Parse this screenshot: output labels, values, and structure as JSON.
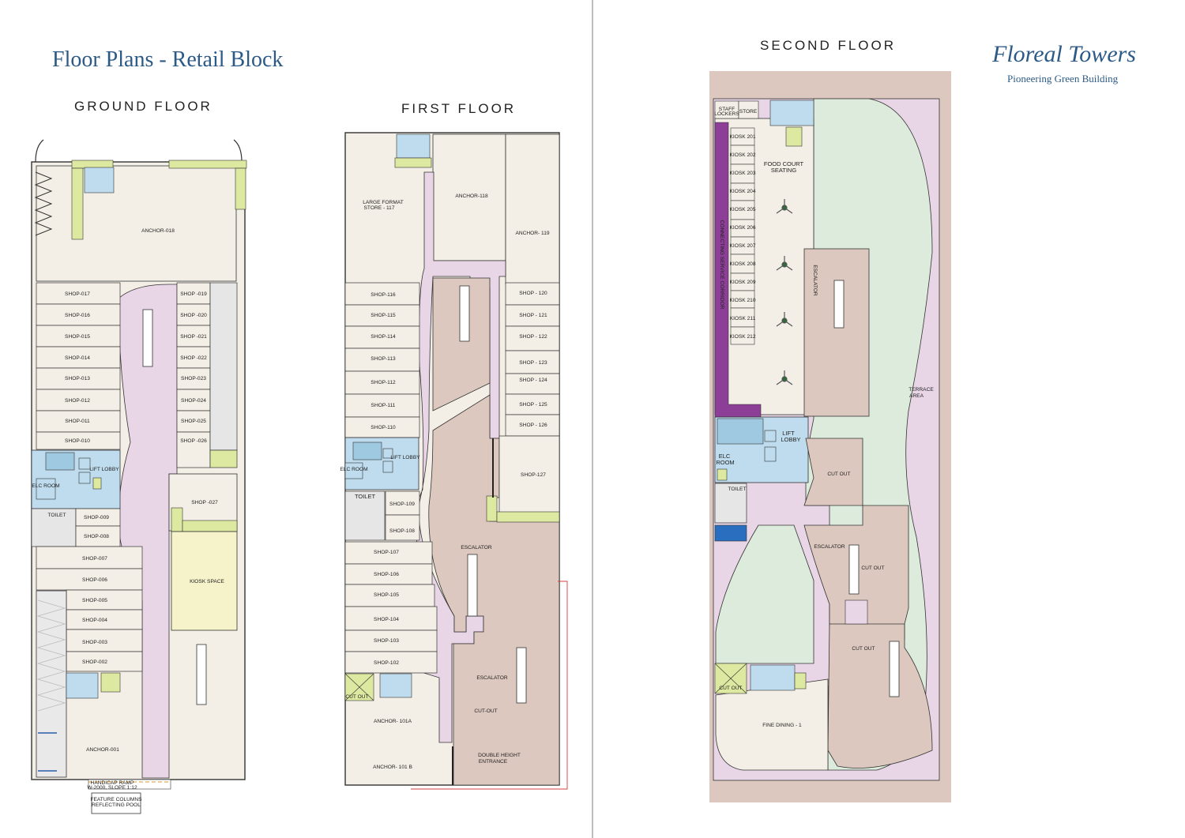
{
  "header": {
    "title": "Floor Plans - Retail Block"
  },
  "brand": {
    "name": "Floreal Towers",
    "tagline": "Pioneering Green Building"
  },
  "colors": {
    "walkway": "#e8d5e6",
    "shop": "#f4efe6",
    "lobby": "#bfdcee",
    "stairs_green": "#dde8a0",
    "cutout": "#dcc8be",
    "terrace": "#dcebdc",
    "service_corridor": "#8d3e96",
    "outer_band": "#dcc8be",
    "kiosk": "#f6f2c9"
  },
  "ground_floor": {
    "title": "GROUND FLOOR",
    "anchor": "ANCHOR-018",
    "shops_left": [
      "SHOP-017",
      "SHOP-016",
      "SHOP-015",
      "SHOP-014",
      "SHOP-013",
      "SHOP-012",
      "SHOP-011",
      "SHOP-010"
    ],
    "shops_right": [
      "SHOP -019",
      "SHOP -020",
      "SHOP -021",
      "SHOP -022",
      "SHOP-023",
      "SHOP-024",
      "SHOP-025",
      "SHOP -026"
    ],
    "lift_lobby": "LIFT LOBBY",
    "elc_room": "ELC ROOM",
    "toilet": "TOILET",
    "shop_027": "SHOP -027",
    "shops_mid": [
      "SHOP-009",
      "SHOP-008"
    ],
    "shops_lower": [
      "SHOP-007",
      "SHOP-006",
      "SHOP-005",
      "SHOP-004",
      "SHOP-003",
      "SHOP-002"
    ],
    "kiosk_space": "KIOSK SPACE",
    "anchor_001": "ANCHOR-001",
    "ramp": "HANDICAP RAMP",
    "ramp_spec": "W-2000, SLOPE 1:12",
    "feature": "FEATURE COLUMNS",
    "pool": "REFLECTING POOL"
  },
  "first_floor": {
    "title": "FIRST FLOOR",
    "large_format": "LARGE FORMAT",
    "large_format_2": "STORE - 117",
    "anchor_118": "ANCHOR-118",
    "anchor_119": "ANCHOR- 119",
    "shops_left": [
      "SHOP-116",
      "SHOP-115",
      "SHOP-114",
      "SHOP-113",
      "SHOP-112",
      "SHOP-111",
      "SHOP-110"
    ],
    "shops_right": [
      "SHOP - 120",
      "SHOP - 121",
      "SHOP - 122",
      "SHOP - 123",
      "SHOP - 124",
      "SHOP - 125",
      "SHOP - 126"
    ],
    "shop_127": "SHOP-127",
    "lift_lobby": "LIFT LOBBY",
    "elc_room": "ELC ROOM",
    "toilet": "TOILET",
    "shops_mid": [
      "SHOP-109",
      "SHOP-108"
    ],
    "shops_lower": [
      "SHOP-107",
      "SHOP-106",
      "SHOP-105",
      "SHOP-104",
      "SHOP-103",
      "SHOP-102"
    ],
    "escalator_1": "ESCALATOR",
    "escalator_2": "ESCALATOR",
    "cut_out": "CUT-OUT",
    "cut_out_small": "CUT OUT",
    "anchor_101a": "ANCHOR- 101A",
    "anchor_101b": "ANCHOR- 101 B",
    "double_height": "DOUBLE HEIGHT",
    "entrance": "ENTRANCE"
  },
  "second_floor": {
    "title": "SECOND FLOOR",
    "staff": "STAFF",
    "lockers": "LOCKERS",
    "store": "STORE",
    "kiosks": [
      "KIOSK 201",
      "KIOSK 202",
      "KIOSK 203",
      "KIOSK 204",
      "KIOSK 205",
      "KIOSK 206",
      "KIOSK 207",
      "KIOSK 208",
      "KIOSK 209",
      "KIOSK 210",
      "KIOSK 211",
      "KIOSK 212"
    ],
    "food_court": "FOOD COURT",
    "seating": "SEATING",
    "service_corridor": "CONNECTING SERVICE CORRIDOR",
    "escalator_top": "ESCALATOR",
    "terrace": "TERRACE",
    "area": "AREA",
    "lift": "LIFT",
    "lobby": "LOBBY",
    "elc": "ELC",
    "room": "ROOM",
    "toilet": "TOILET",
    "cut_out_1": "CUT OUT",
    "escalator": "ESCALATOR",
    "cut_out_2": "CUT OUT",
    "cut_out_3": "CUT OUT",
    "cut_out_small": "CUT OUT",
    "fine_dining": "FINE DINING - 1"
  }
}
